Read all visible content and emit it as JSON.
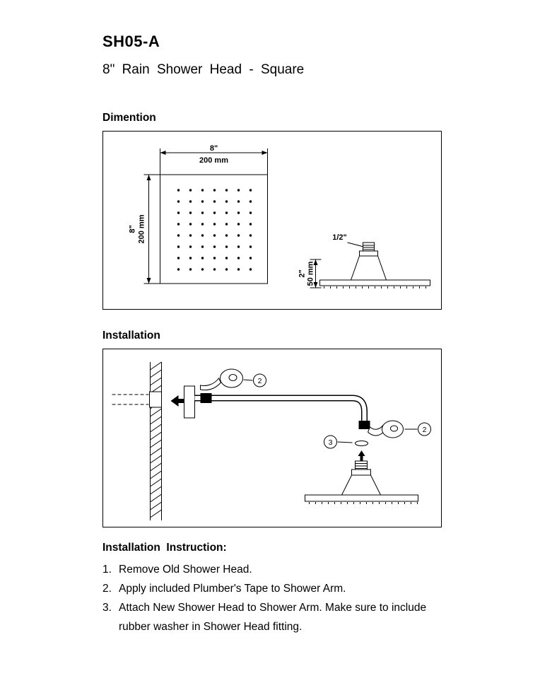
{
  "header": {
    "model": "SH05-A",
    "title": "8\" Rain Shower Head - Square"
  },
  "dimension": {
    "heading": "Dimention",
    "width_in": "8\"",
    "width_mm": "200 mm",
    "height_in": "8\"",
    "height_mm": "200 mm",
    "thread_size": "1/2\"",
    "head_height_in": "2\"",
    "head_height_mm": "50 mm"
  },
  "installation": {
    "heading": "Installation",
    "callouts": {
      "tape_top": "2",
      "tape_side": "2",
      "washer": "3"
    }
  },
  "instructions": {
    "heading": "Installation  Instruction:",
    "items": [
      {
        "num": "1.",
        "text": "Remove Old Shower Head."
      },
      {
        "num": "2.",
        "text": "Apply included Plumber's Tape to Shower Arm."
      },
      {
        "num": "3.",
        "text": "Attach New Shower Head to Shower Arm. Make sure to include rubber washer in Shower Head fitting."
      }
    ]
  }
}
